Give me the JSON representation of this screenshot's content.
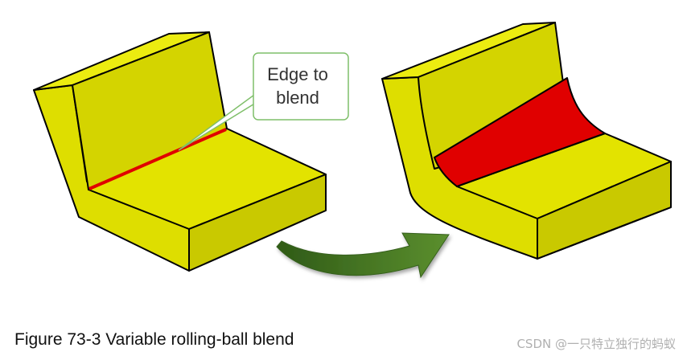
{
  "callout": {
    "line1": "Edge to",
    "line2": "blend"
  },
  "caption": "Figure 73-3 Variable rolling-ball blend",
  "watermark": "CSDN @一只特立独行的蚂蚁",
  "colors": {
    "part_top": "#e5e500",
    "part_face": "#d6d600",
    "part_side": "#c8c800",
    "part_shadow": "#b8b800",
    "blend": "#e00000",
    "outline": "#000000",
    "arrow": "#4a7a25",
    "callout_border": "#7fbf6a"
  }
}
